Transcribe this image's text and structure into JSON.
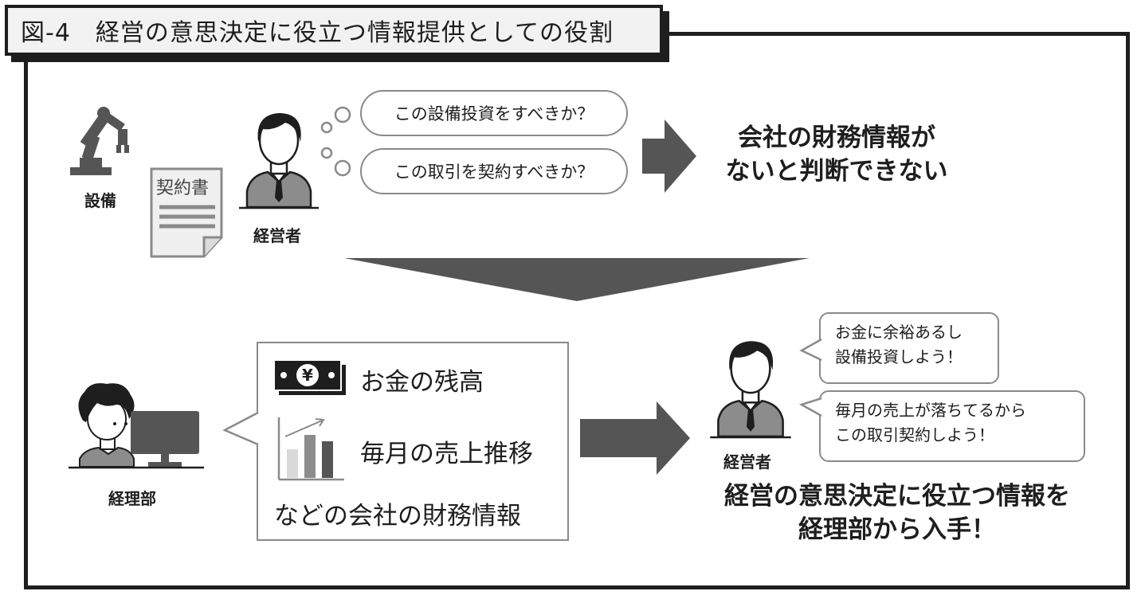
{
  "title": "図-4　経営の意思決定に役立つ情報提供としての役割",
  "top": {
    "equipment_label": "設備",
    "contract_title": "契約書",
    "manager_label": "経営者",
    "thoughts": [
      "この設備投資をすべきか？",
      "この取引を契約すべきか？"
    ],
    "conclusion": [
      "会社の財務情報が",
      "ないと判断できない"
    ]
  },
  "bottom": {
    "accounting_label": "経理部",
    "info_items": [
      "お金の残高",
      "毎月の売上推移"
    ],
    "info_footer": "などの会社の財務情報",
    "currency_symbol": "¥",
    "manager_label": "経営者",
    "speech": [
      [
        "お金に余裕あるし",
        "設備投資しよう！"
      ],
      [
        "毎月の売上が落ちてるから",
        "この取引契約しよう！"
      ]
    ],
    "conclusion": [
      "経営の意思決定に役立つ情報を",
      "経理部から入手！"
    ]
  },
  "colors": {
    "arrow": "#555555",
    "suit": "#8c8c8c",
    "hair": "#1e1e1e",
    "bubble_border": "#8a8a8a"
  }
}
